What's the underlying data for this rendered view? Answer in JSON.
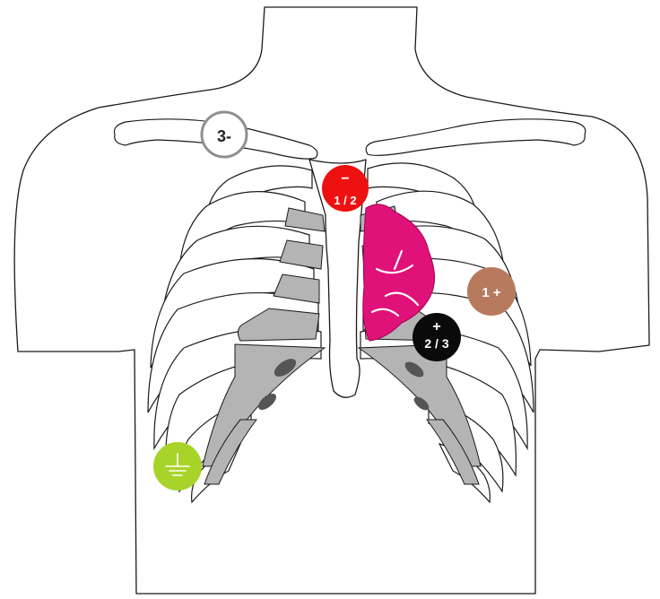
{
  "electrodes": [
    {
      "id": "ra",
      "color": "#ffffff",
      "border": "#909090",
      "text_color": "#222222",
      "lines": [
        "3-"
      ],
      "icon": ""
    },
    {
      "id": "top-chest",
      "color": "#ee1111",
      "border": "#ee1111",
      "text_color": "#ffffff",
      "lines": [
        "−",
        "1 / 2"
      ],
      "icon": ""
    },
    {
      "id": "la",
      "color": "#b87a5e",
      "border": "#b87a5e",
      "text_color": "#ffffff",
      "lines": [
        "1 +"
      ],
      "icon": ""
    },
    {
      "id": "lower-chest",
      "color": "#0a0a0a",
      "border": "#0a0a0a",
      "text_color": "#ffffff",
      "lines": [
        "+",
        "2 / 3"
      ],
      "icon": ""
    },
    {
      "id": "ground",
      "color": "#a8d42a",
      "border": "#a8d42a",
      "text_color": "#ffffff",
      "lines": [],
      "icon": "ground-icon"
    }
  ],
  "colors": {
    "skin_outline": "#1a1a1a",
    "cartilage": "#b4b4b4",
    "heart": "#e0127a",
    "background": "#ffffff"
  }
}
